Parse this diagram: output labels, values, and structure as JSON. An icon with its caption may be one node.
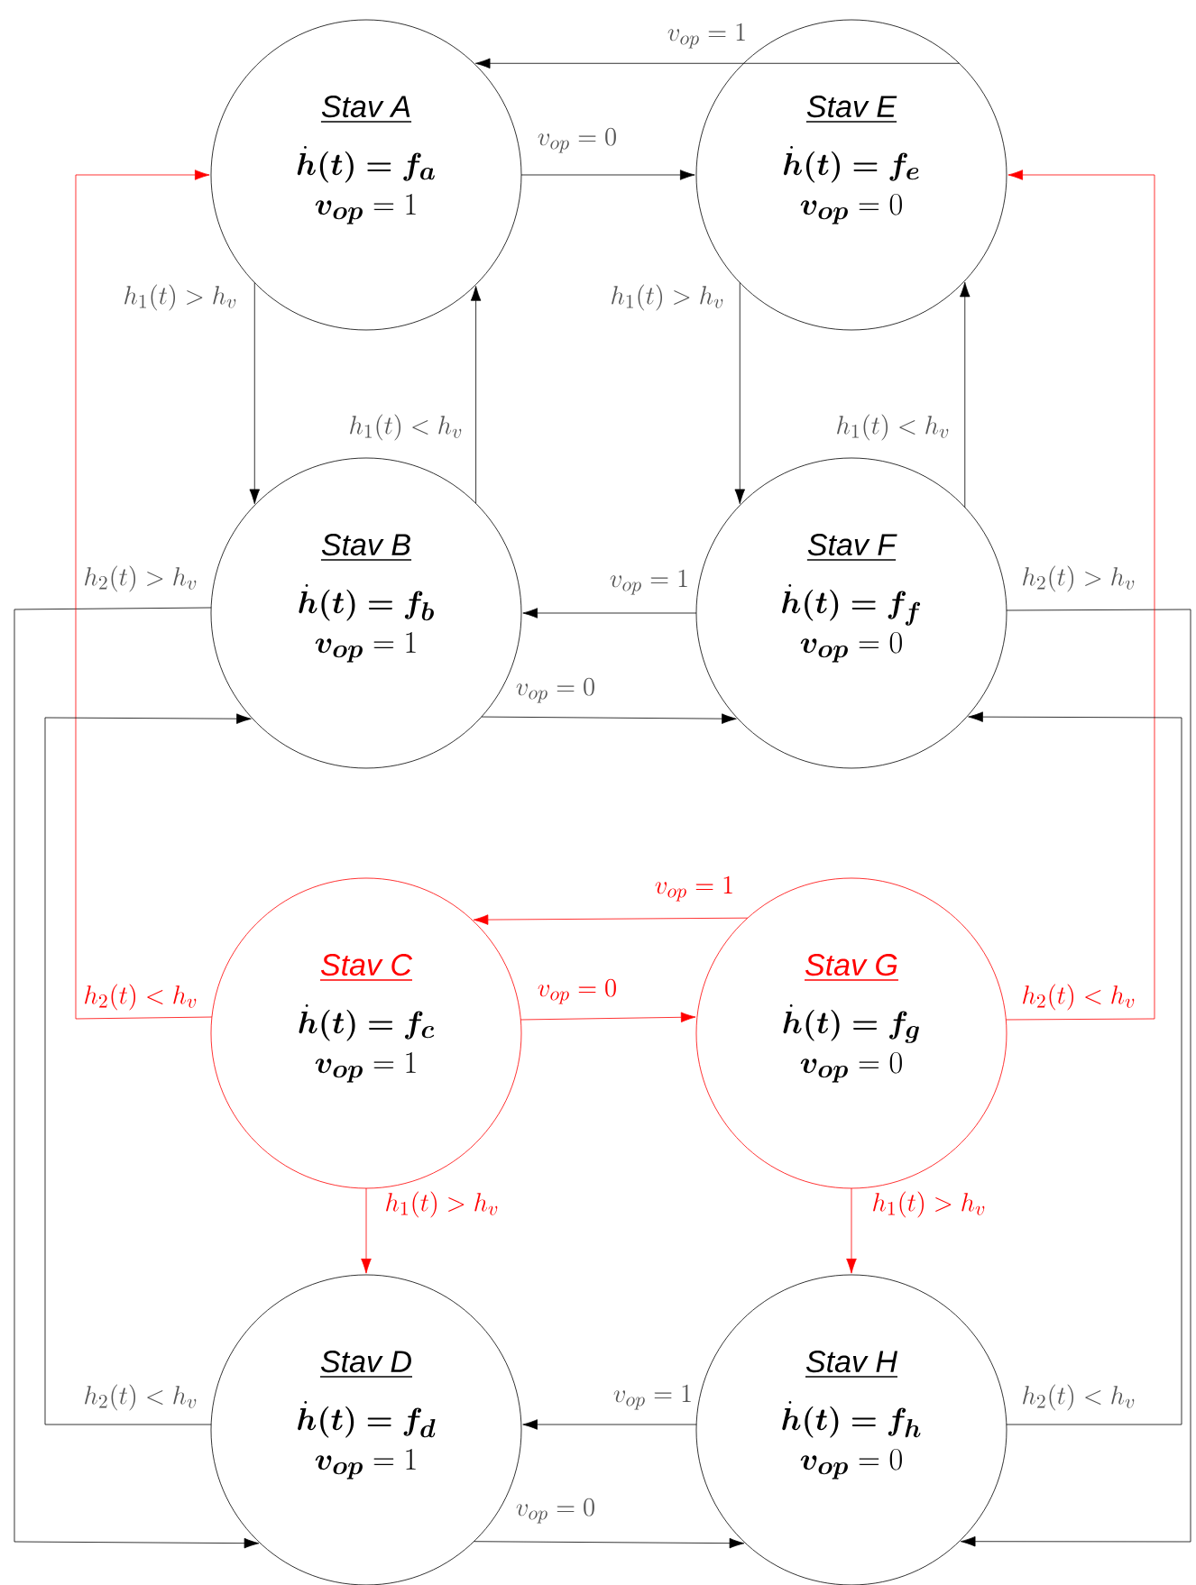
{
  "diagram": {
    "nodes": [
      {
        "text": [
          "Stav A",
          "\\boldsymbol{\\dot{h}(t)=f_{a}}",
          "\\boldsymbol{v_{op}}=1"
        ]
      },
      {
        "text": [
          "Stav E",
          "\\boldsymbol{\\dot{h}(t)=f_{e}}",
          "\\boldsymbol{v_{op}}=0"
        ]
      },
      {
        "text": [
          "Stav B",
          "\\boldsymbol{\\dot{h}(t)=f_{b}}",
          "\\boldsymbol{v_{op}}=1"
        ]
      },
      {
        "text": [
          "Stav F",
          "\\boldsymbol{\\dot{h}(t)=f_{f}}",
          "\\boldsymbol{v_{op}}=0"
        ]
      },
      {
        "text": [
          "Stav C",
          "\\boldsymbol{\\dot{h}(t)=f_{c}}",
          "\\boldsymbol{v_{op}}=1"
        ]
      },
      {
        "text": [
          "Stav G",
          "\\boldsymbol{\\dot{h}(t)=f_{g}}",
          "\\boldsymbol{v_{op}}=0"
        ]
      },
      {
        "text": [
          "Stav D",
          "\\boldsymbol{\\dot{h}(t)=f_{d}}",
          "\\boldsymbol{v_{op}}=1"
        ]
      },
      {
        "text": [
          "Stav H",
          "\\boldsymbol{\\dot{h}(t)=f_{h}}",
          "\\boldsymbol{v_{op}}=0"
        ]
      }
    ],
    "edges": [
      {
        "from": 1,
        "to": 0,
        "arrow": "to",
        "label": "v_{op}=1"
      },
      {
        "from": 0,
        "to": 1,
        "arrow": "to",
        "label": "v_{op}=0"
      },
      {
        "from": 0,
        "to": 2,
        "arrow": "to",
        "label": "h_1(t)>h_v"
      },
      {
        "from": 2,
        "to": 0,
        "arrow": "to",
        "label": "h_1(t)<h_v"
      },
      {
        "from": 1,
        "to": 3,
        "arrow": "to",
        "label": "h_1(t)>h_v"
      },
      {
        "from": 3,
        "to": 1,
        "arrow": "to",
        "label": "h_1(t)<h_v"
      },
      {
        "from": 3,
        "to": 2,
        "arrow": "to",
        "label": "v_{op}=1"
      },
      {
        "from": 2,
        "to": 3,
        "arrow": "to",
        "label": "v_{op}=0"
      },
      {
        "from": 2,
        "to": 6,
        "arrow": "to",
        "label": "h_2(t)>h_v"
      },
      {
        "from": 3,
        "to": 7,
        "arrow": "to",
        "label": "h_2(t)>h_v"
      },
      {
        "from": 4,
        "to": 0,
        "arrow": "to",
        "label": "h_2(t)<h_v",
        "color": "#ff0000"
      },
      {
        "from": 5,
        "to": 1,
        "arrow": "to",
        "label": "h_2(t)<h_v",
        "color": "#ff0000"
      },
      {
        "from": 5,
        "to": 4,
        "arrow": "to",
        "label": "v_{op}=1",
        "color": "#ff0000"
      },
      {
        "from": 4,
        "to": 5,
        "arrow": "to",
        "label": "v_{op}=0",
        "color": "#ff0000"
      },
      {
        "from": 4,
        "to": 6,
        "arrow": "to",
        "label": "h_1(t)>h_v",
        "color": "#ff0000"
      },
      {
        "from": 5,
        "to": 7,
        "arrow": "to",
        "label": "h_1(t)>h_v",
        "color": "#ff0000"
      },
      {
        "from": 7,
        "to": 6,
        "arrow": "to",
        "label": "v_{op}=1"
      },
      {
        "from": 6,
        "to": 7,
        "arrow": "to",
        "label": "v_{op}=0"
      },
      {
        "from": 6,
        "to": 2,
        "arrow": "to",
        "label": "h_2(t)<h_v"
      },
      {
        "from": 7,
        "to": 3,
        "arrow": "to",
        "label": "h_2(t)<h_v"
      }
    ]
  }
}
